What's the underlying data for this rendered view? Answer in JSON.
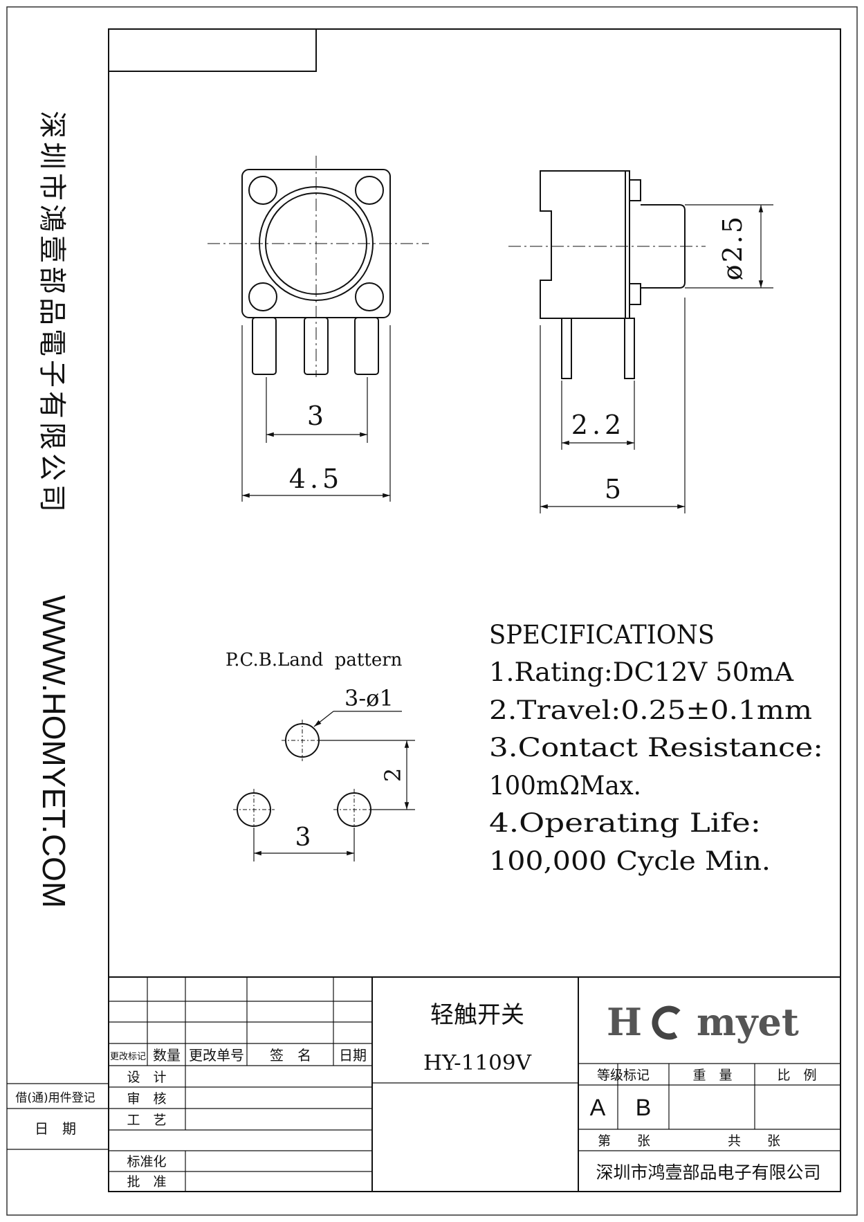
{
  "side_text": {
    "company": "深圳市鴻壹部品電子有限公司",
    "website": "WWW.HOMYET.COM"
  },
  "drawing": {
    "dim_top_pitch": "3",
    "dim_top_width": "4.5",
    "dim_side_pin": "2.2",
    "dim_side_width": "5",
    "dim_side_diameter": "ø2.5",
    "pcb_title": "P.C.B.Land  pattern",
    "pcb_hole_label": "3-ø1",
    "pcb_dim_vertical": "2",
    "pcb_dim_horizontal": "3"
  },
  "specifications": {
    "heading": "SPECIFICATIONS",
    "line1": "1.Rating:DC12V 50mA",
    "line2": "2.Travel:0.25±0.1mm",
    "line3": "3.Contact Resistance:",
    "line4": "100mΩMax.",
    "line5": "4.Operating Life:",
    "line6": "100,000 Cycle Min."
  },
  "title_block": {
    "product_name": "轻触开关",
    "model": "HY-1109V",
    "logo": "Homyet",
    "change_mark": "更改标记",
    "quantity": "数量",
    "change_no": "更改单号",
    "signature": "签　名",
    "date": "日期",
    "design": "设　计",
    "review": "审　核",
    "process": "工　艺",
    "standard": "标准化",
    "approve": "批　准",
    "borrow": "借(通)用件登记",
    "date_left": "日　期",
    "grade_mark": "等级标记",
    "weight": "重　量",
    "scale": "比　例",
    "grade_a": "A",
    "grade_b": "B",
    "sheet_no": "第　　张",
    "sheet_total": "共　　张",
    "company": "深圳市鸿壹部品电子有限公司"
  }
}
